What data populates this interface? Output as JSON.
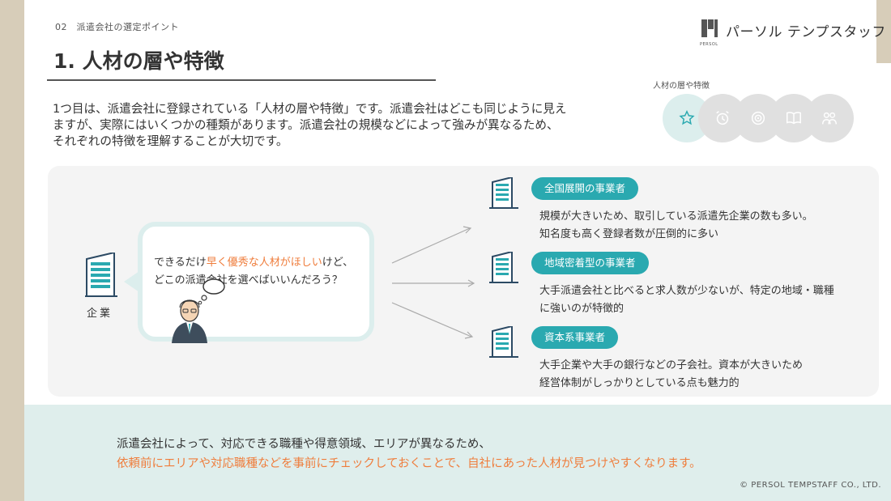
{
  "header": {
    "section_label": "02　派遣会社の選定ポイント",
    "logo_text": "パーソル テンプスタッフ",
    "logo_sub": "PERSOL"
  },
  "title": "1. 人材の層や特徴",
  "intro": [
    "1つ目は、派遣会社に登録されている「人材の層や特徴」です。派遣会社はどこも同じように見え",
    "ますが、実際にはいくつかの種類があります。派遣会社の規模などによって強みが異なるため、",
    "それぞれの特徴を理解することが大切です。"
  ],
  "steps": {
    "label": "人材の層や特徴",
    "icons": [
      "star-icon",
      "alarm-clock-icon",
      "target-icon",
      "book-icon",
      "people-icon"
    ],
    "active_index": 0
  },
  "company": {
    "label": "企業"
  },
  "bubble": {
    "line1_pre": "できるだけ",
    "line1_highlight": "早く優秀な人材がほしい",
    "line1_post": "けど、",
    "line2": "どこの派遣会社を選べばいいんだろう？"
  },
  "types": [
    {
      "pill": "全国展開の事業者",
      "desc": [
        "規模が大きいため、取引している派遣先企業の数も多い。",
        "知名度も高く登録者数が圧倒的に多い"
      ]
    },
    {
      "pill": "地域密着型の事業者",
      "desc": [
        "大手派遣会社と比べると求人数が少ないが、特定の地域・職種",
        "に強いのが特徴的"
      ]
    },
    {
      "pill": "資本系事業者",
      "desc": [
        "大手企業や大手の銀行などの子会社。資本が大きいため",
        "経営体制がしっかりとしている点も魅力的"
      ]
    }
  ],
  "bottom": {
    "line1": "派遣会社によって、対応できる職種や得意領域、エリアが異なるため、",
    "line2": "依頼前にエリアや対応職種などを事前にチェックしておくことで、自社にあった人材が見つけやすくなります。"
  },
  "copyright": "© PERSOL TEMPSTAFF CO., LTD.",
  "colors": {
    "teal": "#2aa9b0",
    "light_teal": "#dceeed",
    "orange": "#ef7d3c",
    "frame": "#d7cdb9"
  }
}
